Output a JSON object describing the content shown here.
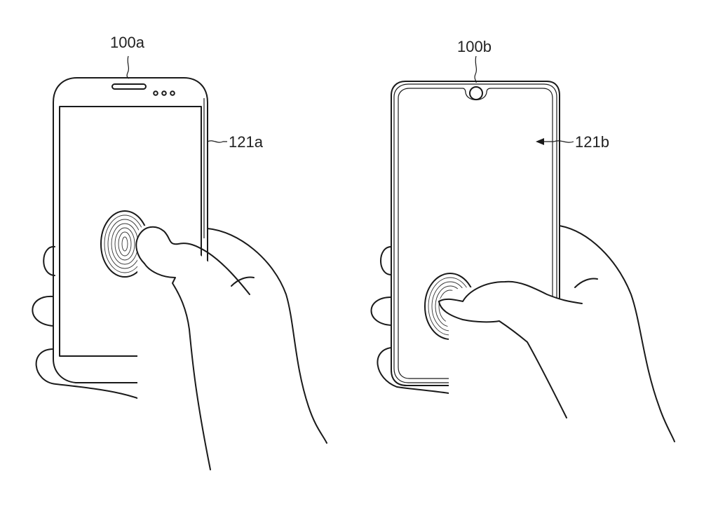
{
  "figure": {
    "device_a": {
      "device_label": "100a",
      "display_label": "121a",
      "description": "Conventional smartphone with top bezel, speaker slot and three sensor dots; fingerprint touched on display"
    },
    "device_b": {
      "device_label": "100b",
      "display_label": "121b",
      "description": "Full-screen smartphone with notch camera; display area indicated by arrow; fingerprint touched on display"
    },
    "colors": {
      "line": "#1a1a1a",
      "background": "#ffffff"
    }
  }
}
